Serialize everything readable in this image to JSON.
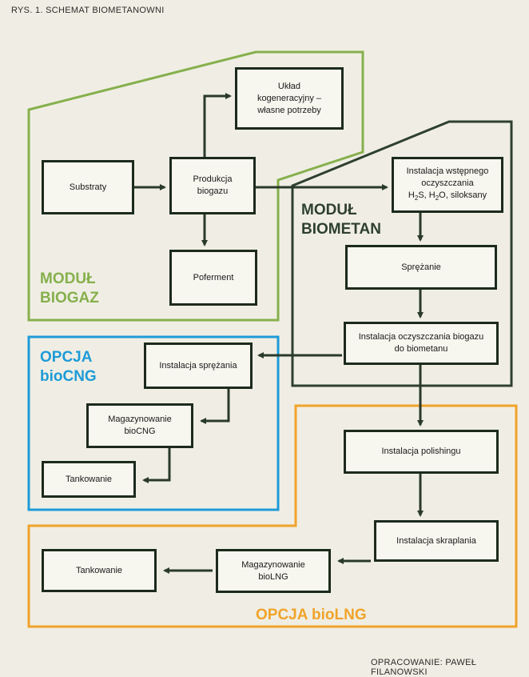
{
  "caption": "RYS. 1. SCHEMAT BIOMETANOWNI",
  "credit": "OPRACOWANIE: PAWEŁ FILANOWSKI",
  "colors": {
    "biogaz": "#86b04d",
    "biometan": "#2e4030",
    "biocng": "#1e9bd7",
    "biolng": "#f0a32a",
    "arrow": "#2a3a2a"
  },
  "modules": {
    "biogaz": "MODUŁ\nBIOGAZ",
    "biometan": "MODUŁ\nBIOMETAN",
    "biocng": "OPCJA\nbioCNG",
    "biolng": "OPCJA bioLNG"
  },
  "boxes": {
    "substraty": "Substraty",
    "produkcja": "Produkcja\nbiogazu",
    "kogeneracja": "Układ\nkogeneracyjny –\nwłasne potrzeby",
    "poferment": "Poferment",
    "wstepne_line1": "Instalacja wstępnego\noczyszczania",
    "wstepne_h2s_a": "H",
    "wstepne_h2s_sub": "2",
    "wstepne_h2s_b": "S, H",
    "wstepne_h2o_sub": "2",
    "wstepne_h2o_b": "O, siloksany",
    "sprezanie": "Sprężanie",
    "oczyszczanie": "Instalacja oczyszczania biogazu\ndo biometanu",
    "cng_sprezanie": "Instalacja sprężania",
    "cng_magazyn": "Magazynowanie\nbioCNG",
    "cng_tankowanie": "Tankowanie",
    "polishing": "Instalacja polishingu",
    "skraplanie": "Instalacja skraplania",
    "lng_magazyn": "Magazynowanie\nbioLNG",
    "lng_tankowanie": "Tankowanie"
  }
}
